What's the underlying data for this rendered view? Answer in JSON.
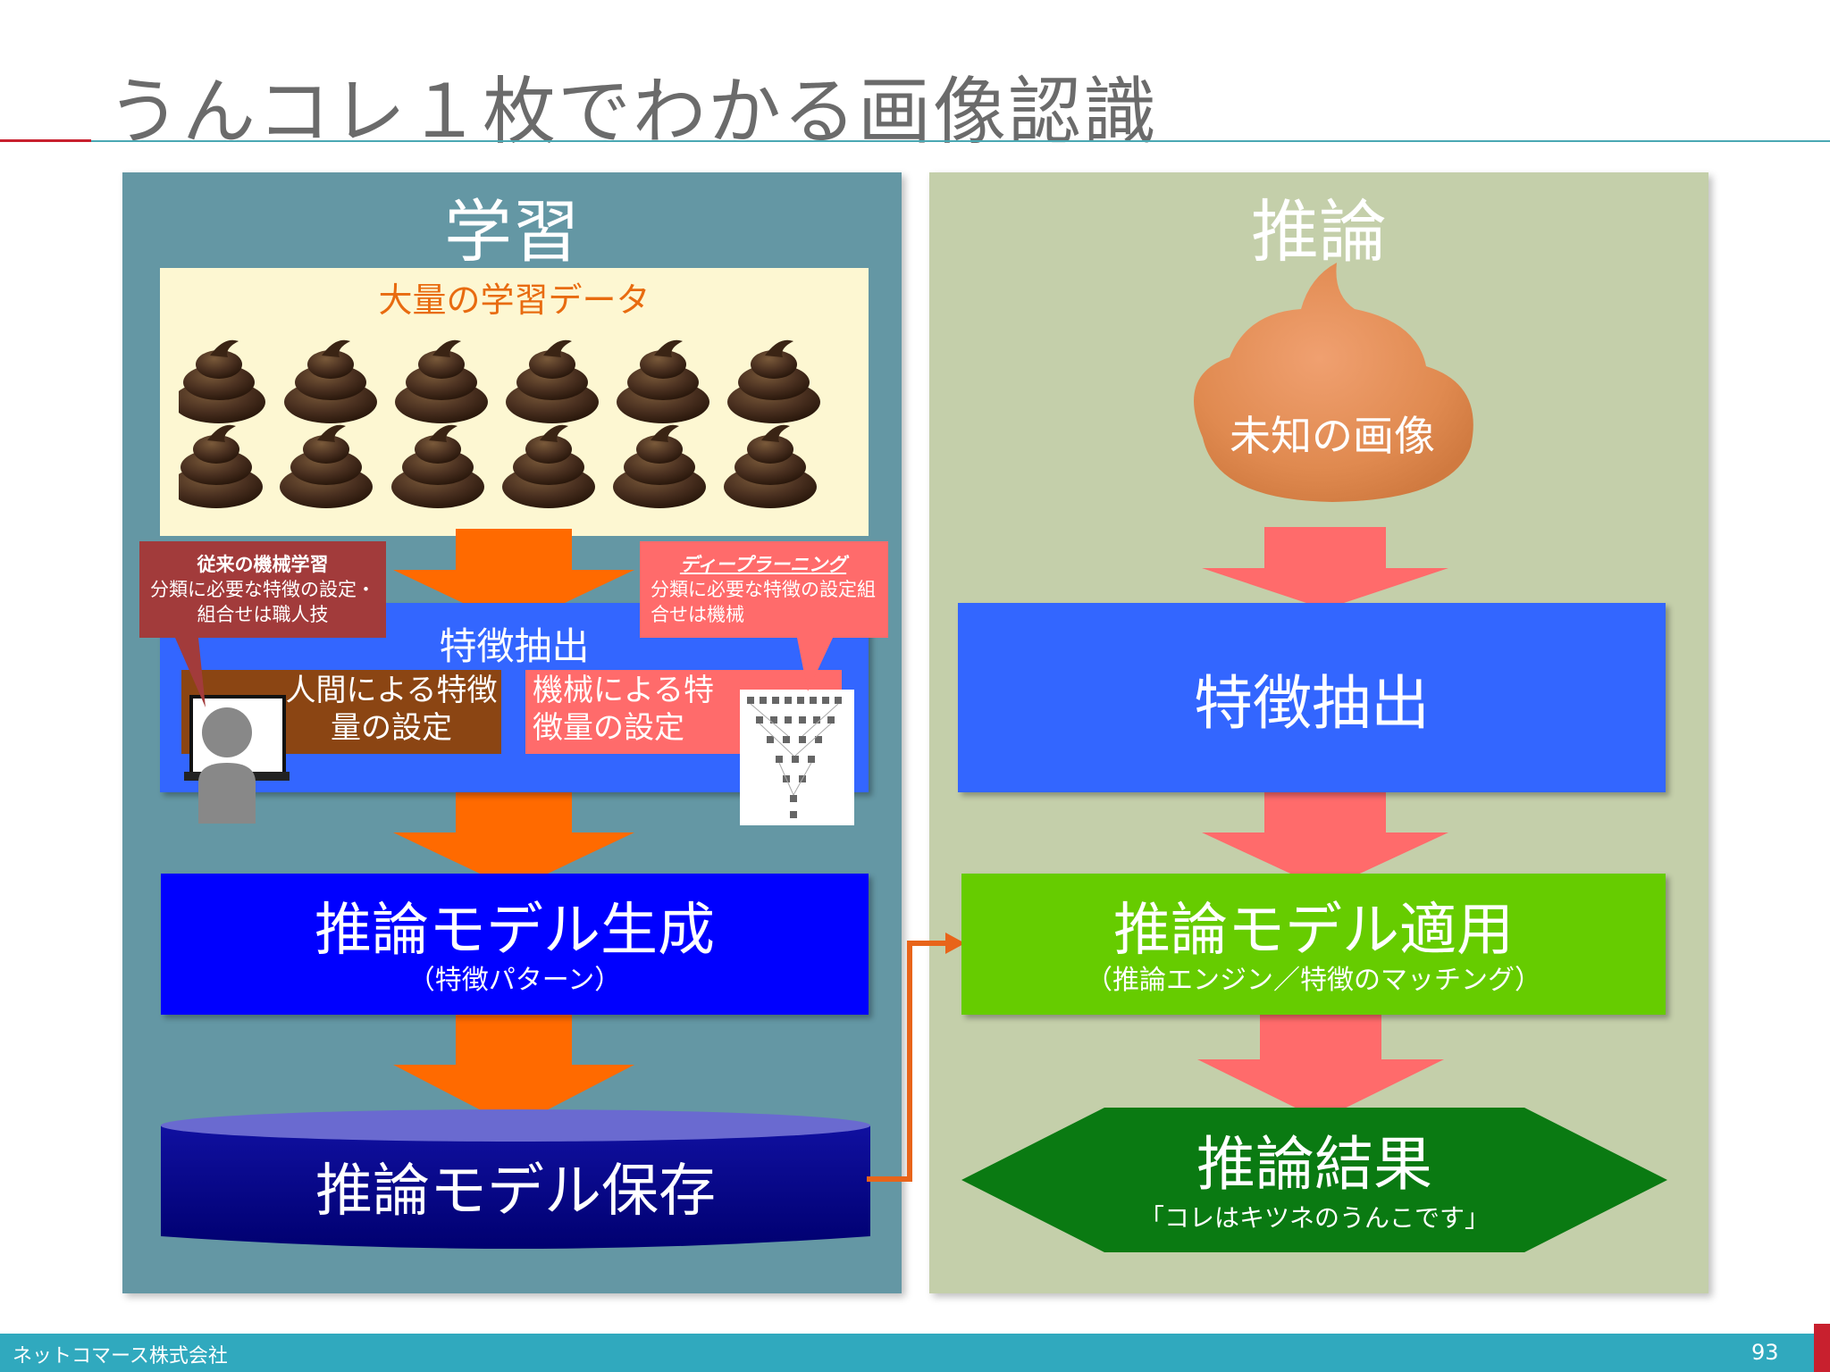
{
  "title": "うんコレ１枚でわかる画像認識",
  "learning": {
    "heading": "学習",
    "data_label": "大量の学習データ",
    "callout_left": {
      "title": "従来の機械学習",
      "body": "分類に必要な特徴の設定・組合せは職人技"
    },
    "callout_right": {
      "title": "ディープラーニング",
      "body": "分類に必要な特徴の設定組合せは機械"
    },
    "feature_title": "特徴抽出",
    "human_box": "人間による特徴量の設定",
    "machine_box": "機械による特徴量の設定",
    "model_gen": "推論モデル生成",
    "model_gen_sub": "（特徴パターン）",
    "model_save": "推論モデル保存"
  },
  "inference": {
    "heading": "推論",
    "unknown_image": "未知の画像",
    "feature": "特徴抽出",
    "model_apply": "推論モデル適用",
    "model_apply_sub": "（推論エンジン／特徴のマッチング）",
    "result": "推論結果",
    "result_sub": "「コレはキツネのうんこです」"
  },
  "footer": {
    "company": "ネットコマース株式会社",
    "page": "93"
  },
  "colors": {
    "learn_panel": "#6497a4",
    "infer_panel": "#c4cfaa",
    "orange_arrow": "#ff6a00",
    "pink_arrow": "#ff6b6b",
    "feature_blue": "#3366ff",
    "model_blue": "#0000ff",
    "save_navy": "#0a0a8a",
    "apply_green": "#66cc00",
    "result_green": "#0a7a12"
  }
}
